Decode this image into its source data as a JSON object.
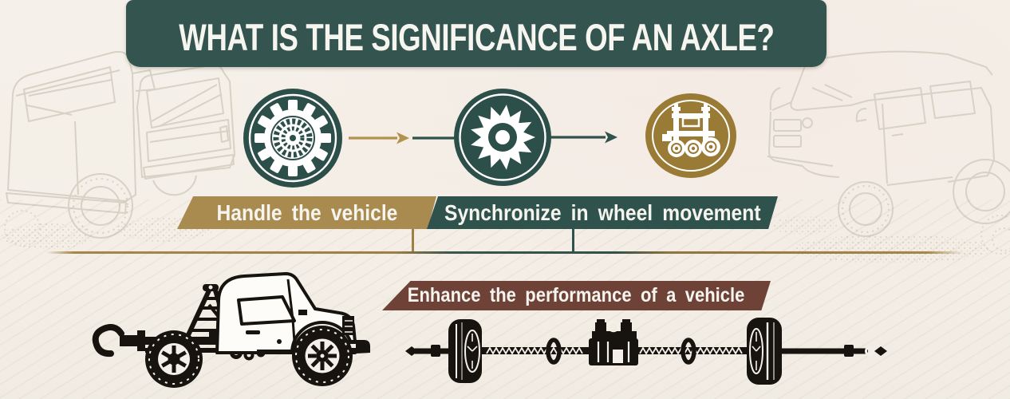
{
  "title": {
    "text": "WHAT IS THE SIGNIFICANCE OF AN AXLE?"
  },
  "labels": {
    "handle": {
      "text": "Handle the vehicle",
      "color": "#a98b4f"
    },
    "synchronize": {
      "text": "Synchronize in wheel movement",
      "color": "#2f524c"
    },
    "enhance": {
      "text": "Enhance the performance of a vehicle",
      "color": "#6f4237"
    }
  },
  "flow_steps": [
    {
      "icon": "wheel-bearing-gear-icon",
      "circle_color": "#2d4f4a",
      "arrow_after_color": "#b3914f"
    },
    {
      "icon": "saw-gear-icon",
      "circle_color": "#2d4f4a",
      "arrow_after_color": "#2f524c"
    },
    {
      "icon": "axle-carriage-icon",
      "circle_color": "#997b35",
      "arrow_after_color": null
    }
  ],
  "colors": {
    "background": "#f4efe7",
    "title_banner": "#33544f",
    "title_text": "#f7f5ef",
    "teal": "#2f524c",
    "gold": "#a98b4f",
    "gold_icon_circle": "#997b35",
    "brown": "#6f4237",
    "ink_drawing": "#17130e",
    "faint_sketch": "#d8d1c5",
    "divider_gold": "#a5874a"
  },
  "illustrations": {
    "background_left": "faded pencil sketch of two pickup trucks, rear three-quarter view",
    "background_right": "faded pencil sketch of an off-road SUV, front three-quarter view",
    "bottom_left": "black line drawing of a truck cab on a bare chassis",
    "bottom_right": "black silhouette drawing of an axle shaft with two wheels and a center differential"
  }
}
